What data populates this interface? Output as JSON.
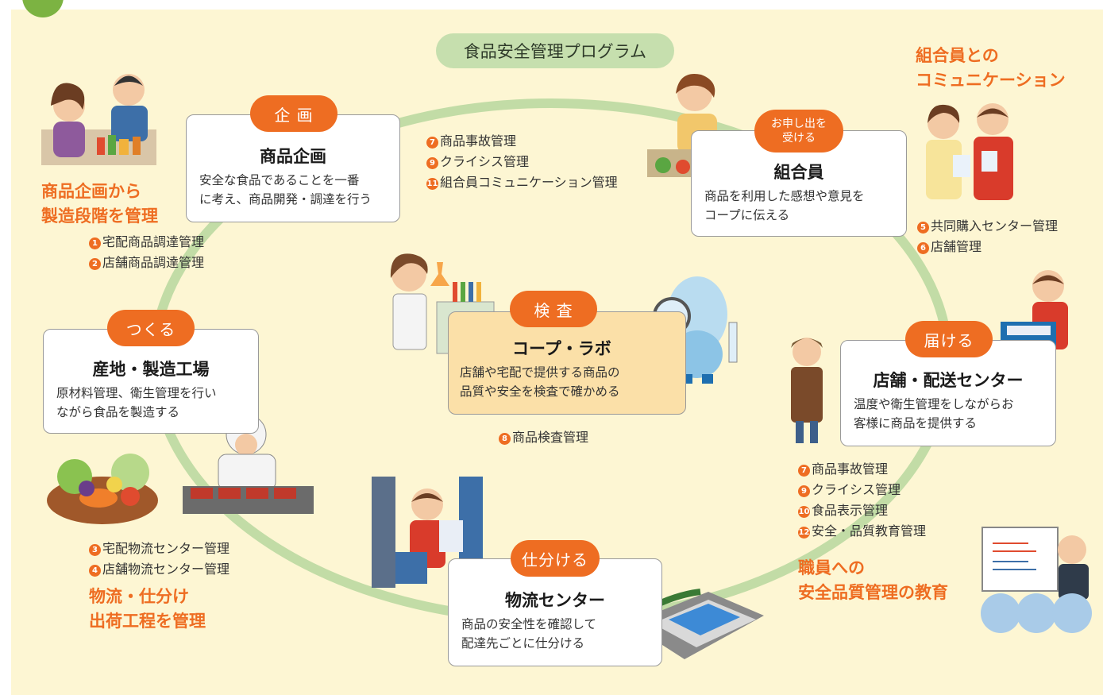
{
  "title": "食品安全管理プログラム",
  "stages": {
    "kikaku": {
      "pill": "企 画",
      "title": "商品企画",
      "desc": [
        "安全な食品であることを一番",
        "に考え、商品開発・調達を行う"
      ]
    },
    "tsukuru": {
      "pill": "つくる",
      "title": "産地・製造工場",
      "desc": [
        "原材料管理、衛生管理を行い",
        "ながら食品を製造する"
      ]
    },
    "kensa": {
      "pill": "検 査",
      "title": "コープ・ラボ",
      "desc": [
        "店舗や宅配で提供する商品の",
        "品質や安全を検査で確かめる"
      ]
    },
    "shiwakeru": {
      "pill": "仕分ける",
      "title": "物流センター",
      "desc": [
        "商品の安全性を確認して",
        "配達先ごとに仕分ける"
      ]
    },
    "todokeru": {
      "pill": "届ける",
      "title": "店舗・配送センター",
      "desc": [
        "温度や衛生管理をしながらお",
        "客様に商品を提供する"
      ]
    },
    "kumiaiin": {
      "pill": [
        "お申し出を",
        "受ける"
      ],
      "title": "組合員",
      "desc": [
        "商品を利用した感想や意見を",
        "コープに伝える"
      ]
    }
  },
  "management": {
    "top_center": [
      {
        "num": "7",
        "text": "商品事故管理"
      },
      {
        "num": "9",
        "text": "クライシス管理"
      },
      {
        "num": "11",
        "text": "組合員コミュニケーション管理"
      }
    ],
    "left_top": [
      {
        "num": "1",
        "text": "宅配商品調達管理"
      },
      {
        "num": "2",
        "text": "店舗商品調達管理"
      }
    ],
    "left_bottom": [
      {
        "num": "3",
        "text": "宅配物流センター管理"
      },
      {
        "num": "4",
        "text": "店舗物流センター管理"
      }
    ],
    "center": [
      {
        "num": "8",
        "text": "商品検査管理"
      }
    ],
    "right_top": [
      {
        "num": "5",
        "text": "共同購入センター管理"
      },
      {
        "num": "6",
        "text": "店舗管理"
      }
    ],
    "right_bottom": [
      {
        "num": "7",
        "text": "商品事故管理"
      },
      {
        "num": "9",
        "text": "クライシス管理"
      },
      {
        "num": "10",
        "text": "食品表示管理"
      },
      {
        "num": "12",
        "text": "安全・品質教育管理"
      }
    ]
  },
  "outer_labels": {
    "planning": [
      "商品企画から",
      "製造段階を管理"
    ],
    "logistics": [
      "物流・仕分け",
      "出荷工程を管理"
    ],
    "member_comm": [
      "組合員との",
      "コミュニケーション"
    ],
    "staff_edu": [
      "職員への",
      "安全品質管理の教育"
    ]
  },
  "colors": {
    "ring": "#c2dca6",
    "accent": "#ee6d22",
    "background": "#fdf6d3",
    "lab_card": "#fbe0a8"
  }
}
